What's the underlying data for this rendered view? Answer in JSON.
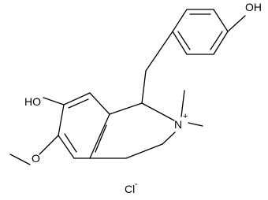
{
  "molecule": {
    "labels": {
      "oh_top": "OH",
      "oh_left": "HO",
      "o_methoxy": "O",
      "n_atom": "N",
      "n_charge": "+",
      "cl_atom": "Cl",
      "cl_charge": "-"
    }
  }
}
